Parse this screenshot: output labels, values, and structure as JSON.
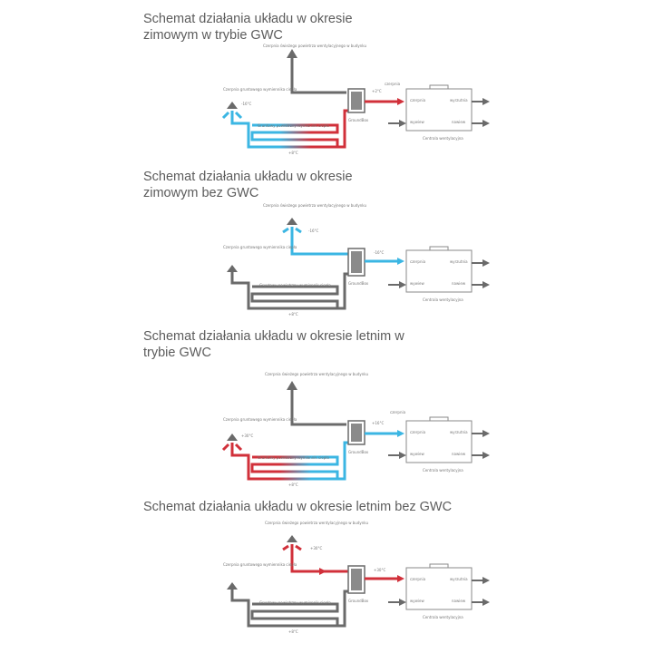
{
  "sections": [
    {
      "title_lines": [
        "Schemat działania układu w okresie",
        "zimowym w trybie GWC"
      ],
      "labels": {
        "intake": "Czerpnia gruntowego wymiennika ciepła",
        "exhaust": "Czerpnia świeżego powietrza wentylacyjnego w budynku",
        "intake_temp": "-16°C",
        "exchanger": "Gruntowy powietrzny wymiennik ciepła",
        "ground_temp": "+8°C",
        "box": "GroundBox",
        "out_temp": "+2°C",
        "supply_label": "czerpnia",
        "unit": "Centrala wentylacyjna",
        "u_czerpnia": "czerpnia",
        "u_wyrzutnia": "wyrzutnia",
        "u_wywiew": "wywiew",
        "u_nawiew": "nawiew"
      }
    },
    {
      "title_lines": [
        "Schemat działania układu w okresie",
        "zimowym bez GWC"
      ],
      "labels": {
        "intake": "Czerpnia gruntowego wymiennika ciepła",
        "exhaust": "Czerpnia świeżego powietrza wentylacyjnego w budynku",
        "intake_temp": "-16°C",
        "exchanger": "Gruntowy powietrzny wymiennik ciepła",
        "ground_temp": "+8°C",
        "box": "GroundBox",
        "out_temp": "-16°C",
        "supply_label": "",
        "unit": "Centrala wentylacyjna",
        "u_czerpnia": "czerpnia",
        "u_wyrzutnia": "wyrzutnia",
        "u_wywiew": "wywiew",
        "u_nawiew": "nawiew"
      }
    },
    {
      "title_lines": [
        "Schemat działania układu w okresie letnim w",
        "trybie GWC"
      ],
      "labels": {
        "intake": "Czerpnia gruntowego wymiennika ciepła",
        "exhaust": "Czerpnia świeżego powietrza wentylacyjnego w budynku",
        "intake_temp": "+30°C",
        "exchanger": "Gruntowy powietrzny wymiennik ciepła",
        "ground_temp": "+8°C",
        "box": "GroundBox",
        "out_temp": "+16°C",
        "supply_label": "czerpnia",
        "unit": "Centrala wentylacyjna",
        "u_czerpnia": "czerpnia",
        "u_wyrzutnia": "wyrzutnia",
        "u_wywiew": "wywiew",
        "u_nawiew": "nawiew"
      }
    },
    {
      "title_lines": [
        "Schemat działania układu w okresie letnim bez GWC"
      ],
      "labels": {
        "intake": "Czerpnia gruntowego wymiennika ciepła",
        "exhaust": "Czerpnia świeżego powietrza wentylacyjnego w budynku",
        "intake_temp": "+30°C",
        "exchanger": "Gruntowy powietrzny wymiennik ciepła",
        "ground_temp": "+8°C",
        "box": "GroundBox",
        "out_temp": "+30°C",
        "supply_label": "",
        "unit": "Centrala wentylacyjna",
        "u_czerpnia": "czerpnia",
        "u_wyrzutnia": "wyrzutnia",
        "u_wywiew": "wywiew",
        "u_nawiew": "nawiew"
      }
    }
  ],
  "colors": {
    "cold": "#3bb6e3",
    "warm": "#d1303a",
    "gray": "#6a6a6a",
    "outline": "#8a8a8a"
  }
}
